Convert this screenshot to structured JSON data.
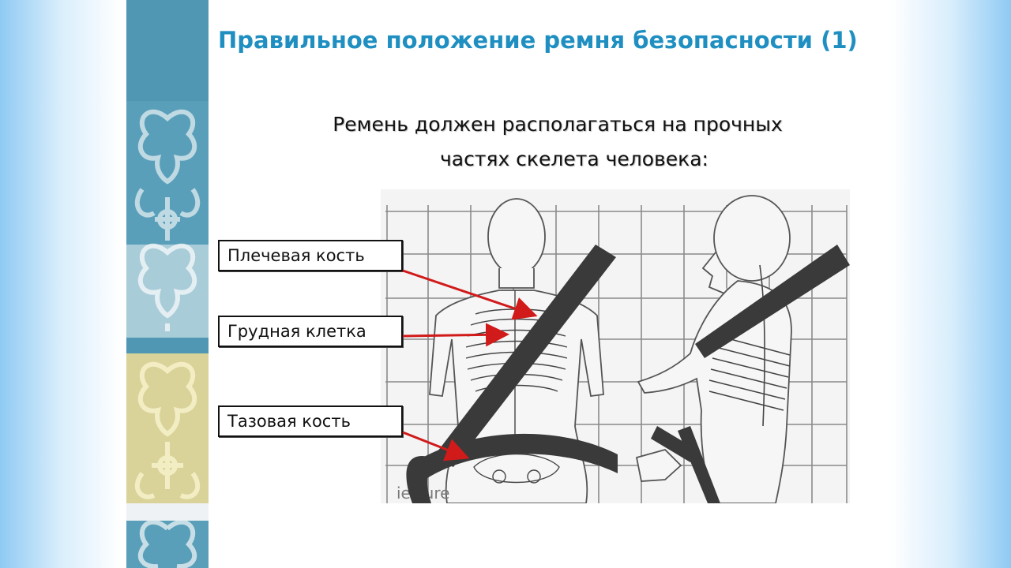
{
  "slide": {
    "title": "Правильное положение ремня безопасности (1)",
    "subtitle_line1": "Ремень должен располагаться на прочных",
    "subtitle_line2": "частях скелета человека:"
  },
  "labels": [
    {
      "text": "Плечевая кость"
    },
    {
      "text": "Грудная клетка"
    },
    {
      "text": "Тазовая кость"
    }
  ],
  "figure_text_fragments": [
    "ies ure"
  ],
  "colors": {
    "title": "#1f8fc1",
    "arrow": "#d11a1a",
    "belt": "#3a3a3a",
    "ornament_blue": "#4f97b3",
    "ornament_gold": "#d9d39a"
  }
}
